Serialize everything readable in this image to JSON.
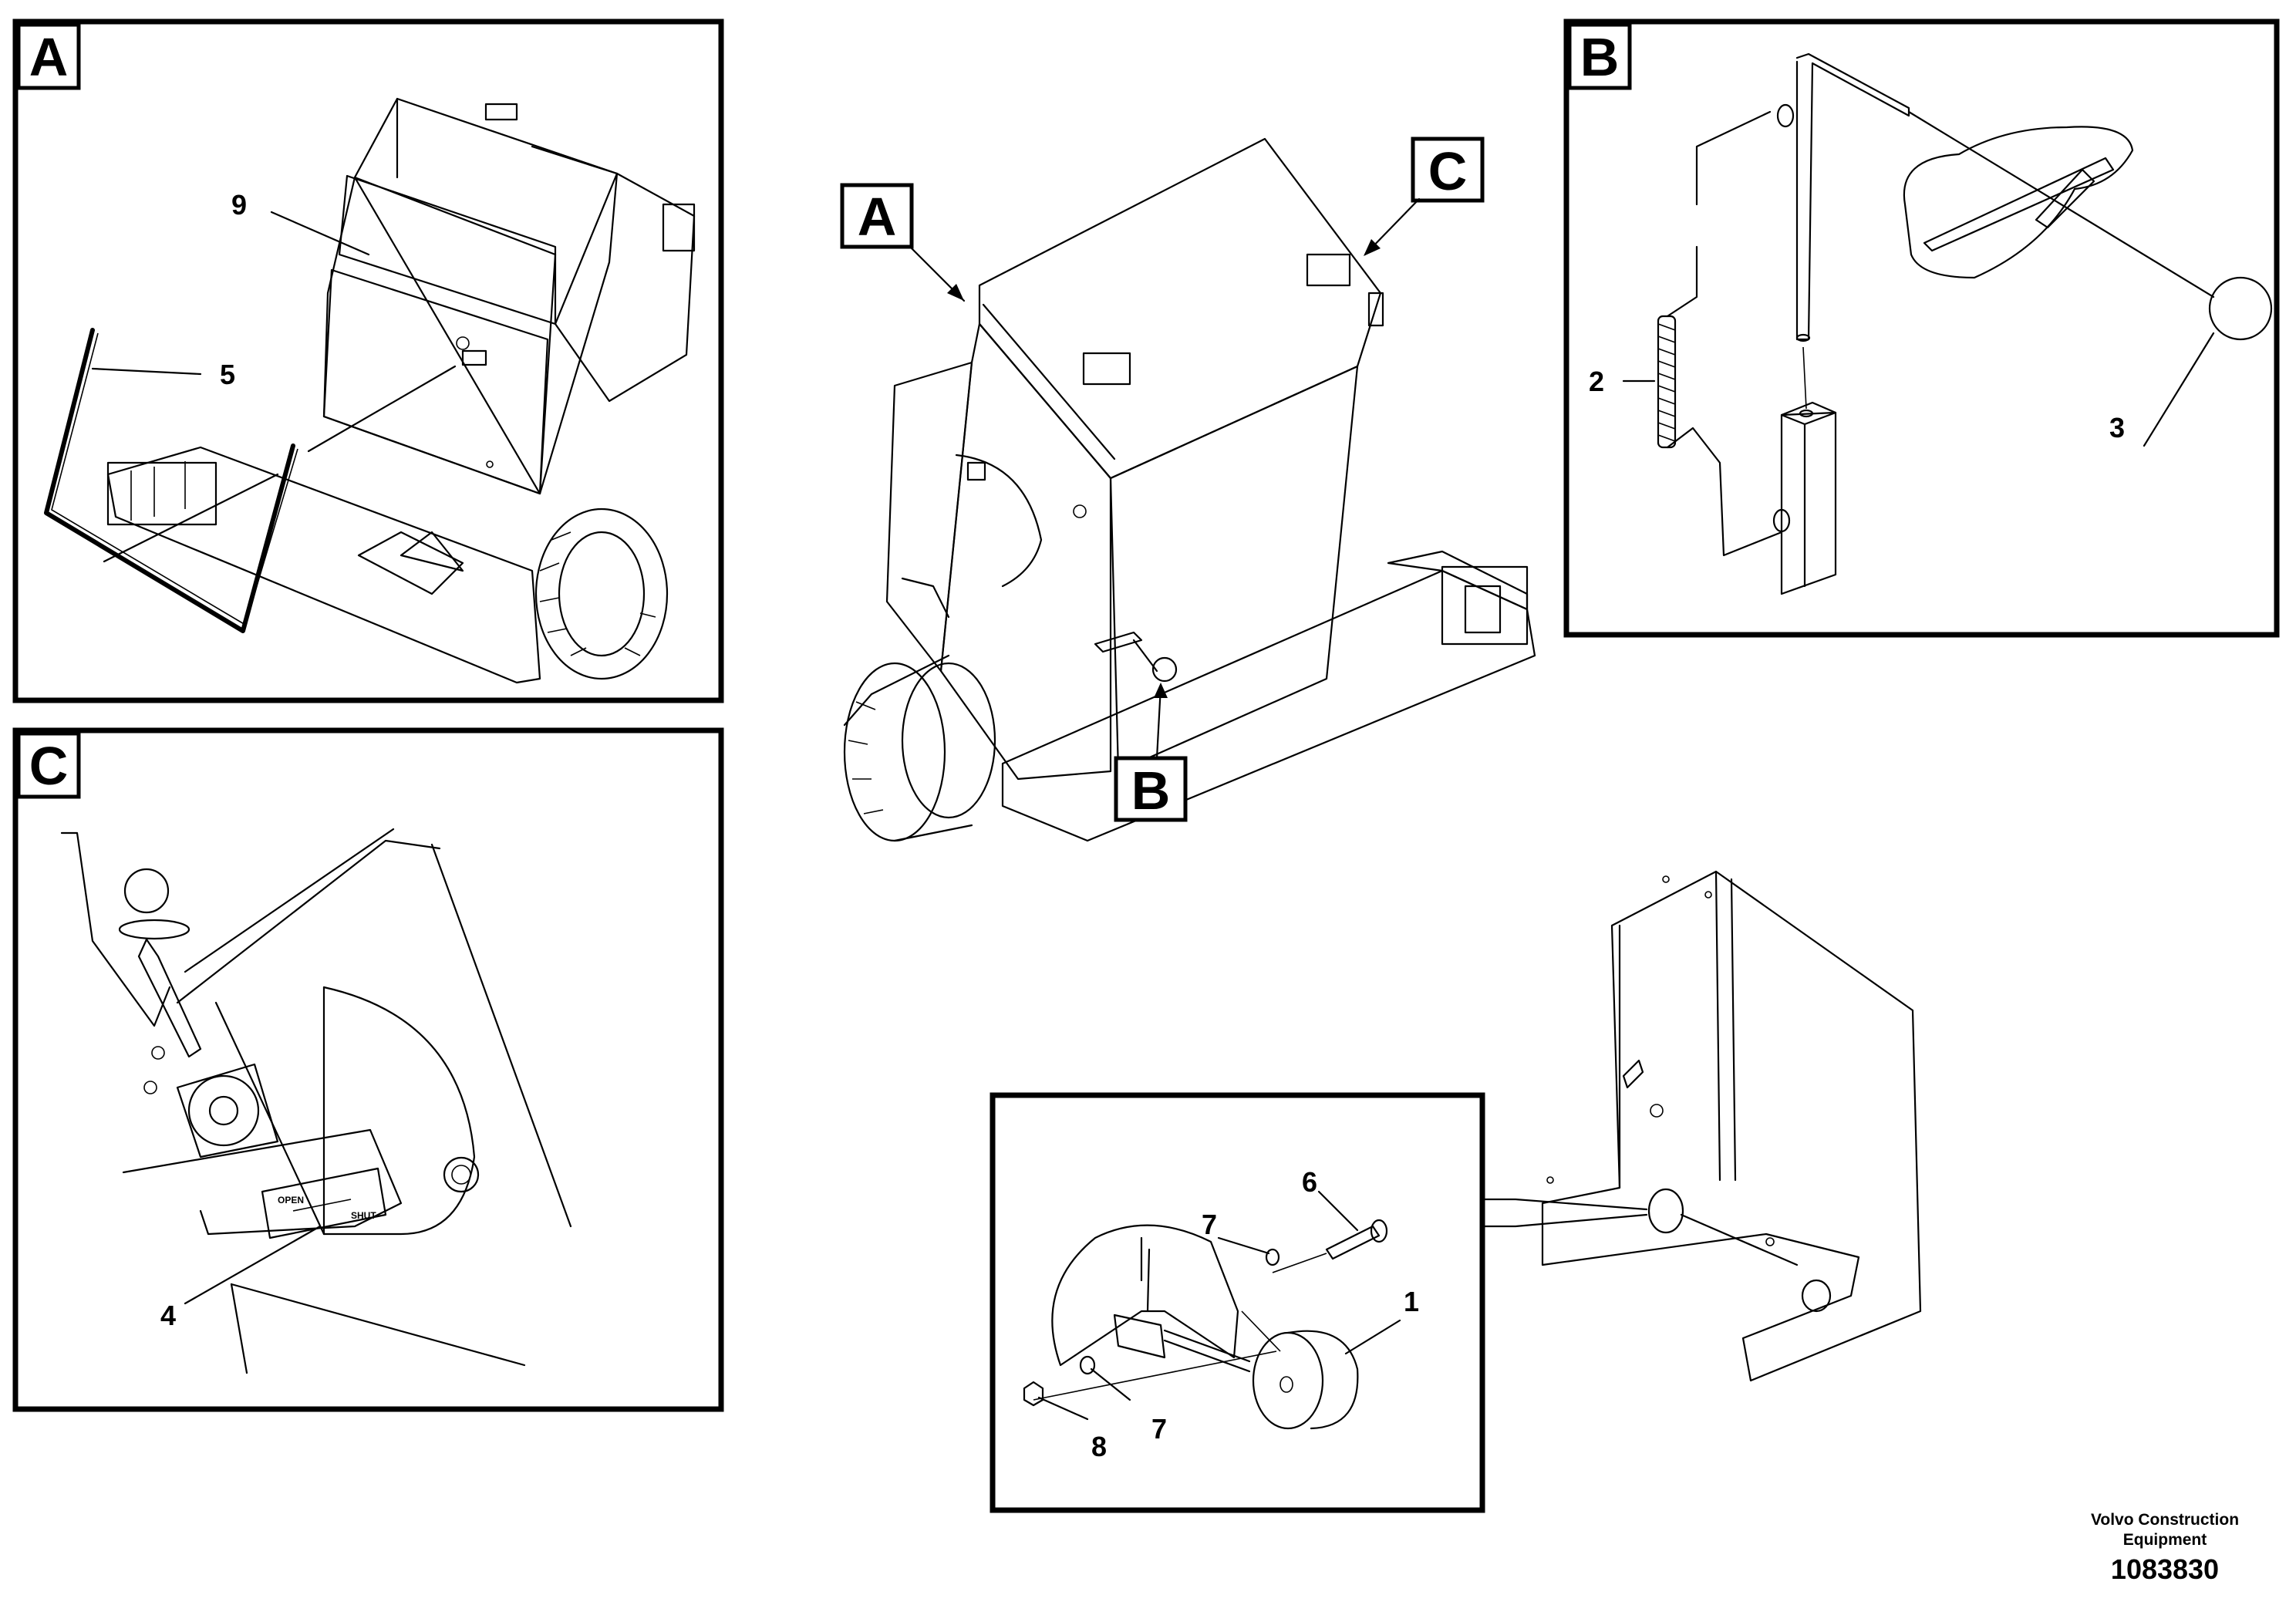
{
  "callouts": {
    "panel_a": "A",
    "panel_b": "B",
    "panel_c": "C",
    "main_a": "A",
    "main_b": "B",
    "main_c": "C"
  },
  "part_numbers": {
    "p1": "1",
    "p2": "2",
    "p3": "3",
    "p4": "4",
    "p5": "5",
    "p6": "6",
    "p7a": "7",
    "p7b": "7",
    "p8": "8",
    "p9": "9"
  },
  "decal_text": {
    "top": "OPEN",
    "bottom": "SHUT"
  },
  "footer": {
    "brand_line1": "Volvo Construction",
    "brand_line2": "Equipment",
    "drawing_number": "1083830"
  }
}
